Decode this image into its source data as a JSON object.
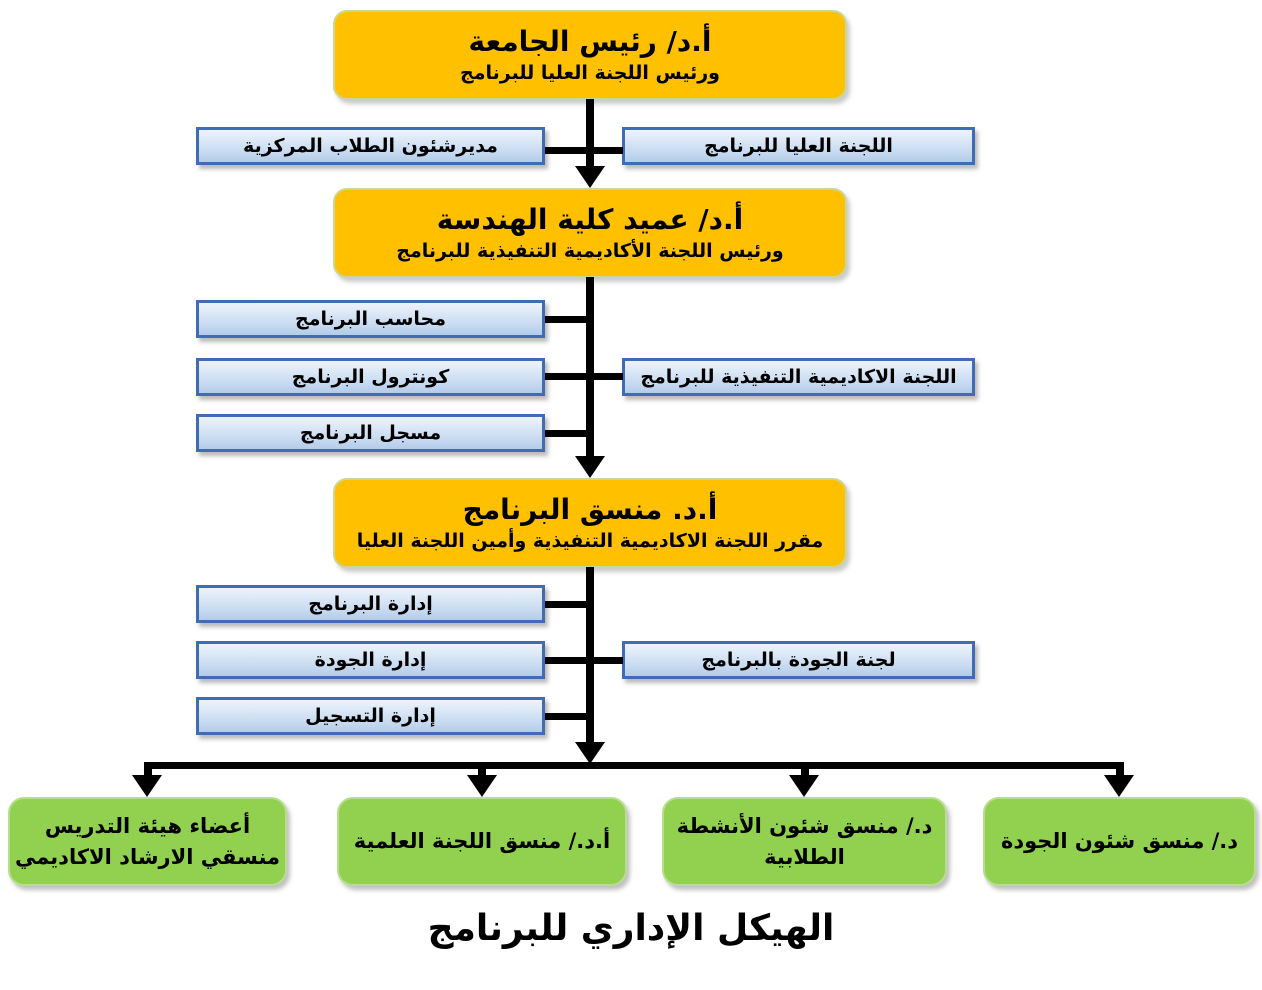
{
  "diagram": {
    "title": "الهيكل الإداري للبرنامج",
    "colors": {
      "orange_fill": "#FFC000",
      "blue_fill": "#CFE0F3",
      "blue_border": "#3E6DB5",
      "green_fill": "#92D050",
      "connector": "#000000"
    },
    "level1": {
      "box": {
        "title": "أ.د/ رئيس الجامعة",
        "subtitle": "ورئيس اللجنة العليا للبرنامج"
      },
      "left": "مديرشئون الطلاب المركزية",
      "right": "اللجنة العليا للبرنامج"
    },
    "level2": {
      "box": {
        "title": "أ.د/ عميد كلية الهندسة",
        "subtitle": "ورئيس اللجنة الأكاديمية التنفيذية للبرنامج"
      },
      "left": [
        "محاسب البرنامج",
        "كونترول البرنامج",
        "مسجل البرنامج"
      ],
      "right": "اللجنة الاكاديمية التنفيذية للبرنامج"
    },
    "level3": {
      "box": {
        "title": "أ.د. منسق البرنامج",
        "subtitle": "مقرر اللجنة الاكاديمية التنفيذية وأمين اللجنة العليا"
      },
      "left": [
        "إدارة البرنامج",
        "إدارة الجودة",
        "إدارة التسجيل"
      ],
      "right": "لجنة الجودة بالبرنامج"
    },
    "level4": [
      {
        "line1": "أعضاء هيئة التدريس",
        "line2": "منسقي الارشاد الاكاديمي"
      },
      {
        "line1": "أ.د./ منسق اللجنة العلمية"
      },
      {
        "line1": "د./ منسق شئون الأنشطة",
        "line2": "الطلابية"
      },
      {
        "line1": "د./ منسق شئون الجودة"
      }
    ]
  }
}
